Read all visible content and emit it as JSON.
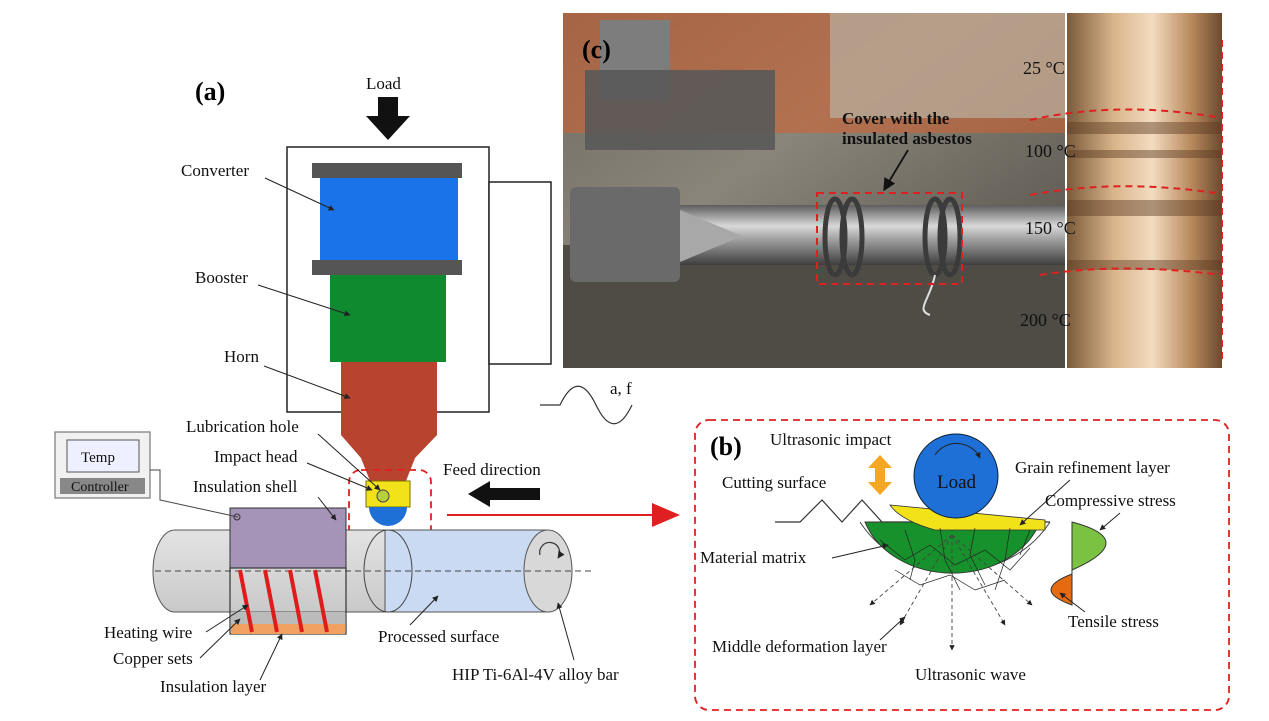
{
  "panels": {
    "a": "(a)",
    "b": "(b)",
    "c": "(c)"
  },
  "panel_a": {
    "load": "Load",
    "converter": "Converter",
    "booster": "Booster",
    "horn": "Horn",
    "lubrication_hole": "Lubrication hole",
    "impact_head": "Impact head",
    "insulation_shell": "Insulation shell",
    "feed_direction": "Feed direction",
    "amplitude_freq": "a, f",
    "temp": "Temp",
    "controller": "Controller",
    "heating_wire": "Heating wire",
    "copper_sets": "Copper sets",
    "insulation_layer": "Insulation layer",
    "processed_surface": "Processed surface",
    "alloy_bar": "HIP Ti-6Al-4V alloy bar"
  },
  "panel_b": {
    "ultrasonic_impact": "Ultrasonic impact",
    "load": "Load",
    "grain_refinement": "Grain refinement layer",
    "cutting_surface": "Cutting surface",
    "compressive_stress": "Compressive stress",
    "material_matrix": "Material matrix",
    "tensile_stress": "Tensile stress",
    "middle_deformation": "Middle deformation layer",
    "ultrasonic_wave": "Ultrasonic wave"
  },
  "panel_c": {
    "cover_line1": "Cover with the",
    "cover_line2": "insulated asbestos",
    "temps": [
      "25 °C",
      "100 °C",
      "150 °C",
      "200 °C"
    ]
  },
  "colors": {
    "converter": "#1a73e8",
    "booster": "#0f8a2e",
    "horn": "#b8432f",
    "impact_head": "#f2e21a",
    "shell": "#a593b8",
    "bar": "#c9daf2",
    "heating_wire": "#e01b1b",
    "insulation_layer": "#f0a060",
    "dashed_red": "#e02020"
  }
}
